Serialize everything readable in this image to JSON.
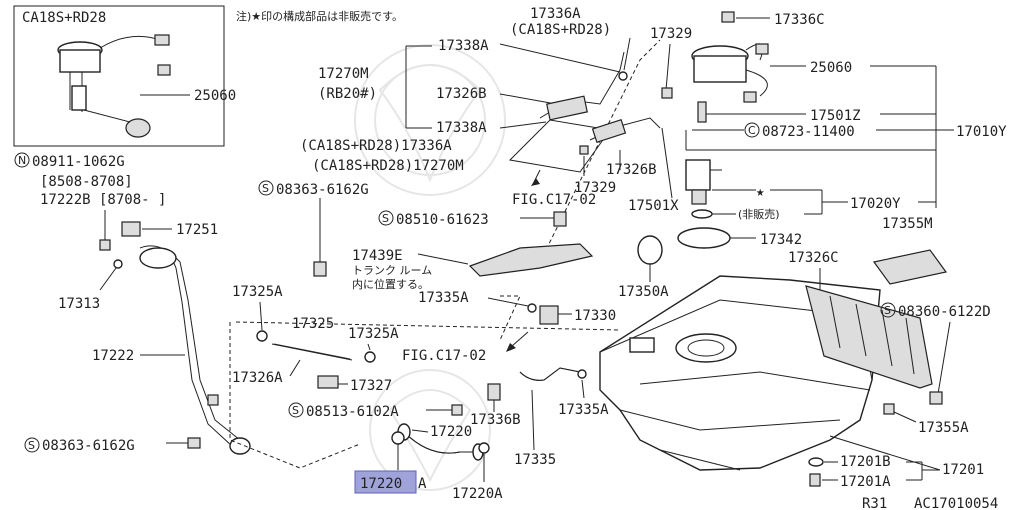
{
  "diagram": {
    "inset_label": "CA18S+RD28",
    "note": "注)★印の構成部品は非販売です。",
    "part_labels": {
      "p25060_inset": "25060",
      "p08911": "08911-1062G",
      "p8508": "[8508-8708]",
      "p17222B": "17222B [8708-    ]",
      "p17251": "17251",
      "p17313": "17313",
      "p17222": "17222",
      "p08363a": "08363-6162G",
      "p08363b": "08363-6162G",
      "p17338A_top": "17338A",
      "p17270M": "17270M",
      "pRB20": "(RB20#)",
      "p17326B_a": "17326B",
      "p17338A_b": "17338A",
      "p17336A_l": "(CA18S+RD28)17336A",
      "p17270M_l": "(CA18S+RD28)17270M",
      "p17336A_top": "17336A",
      "pCA18_top": "(CA18S+RD28)",
      "p17329_top": "17329",
      "p17336C": "17336C",
      "p25060": "25060",
      "p17501Z": "17501Z",
      "p08723": "08723-11400",
      "p17010Y": "17010Y",
      "p17326B_b": "17326B",
      "p17329_b": "17329",
      "pFIG1": "FIG.C17-02",
      "p17501X": "17501X",
      "pstar": "★",
      "p17020Y": "17020Y",
      "pnonsale": "(非販売)",
      "p08510": "08510-61623",
      "p17342": "17342",
      "p17355M": "17355M",
      "p17439E": "17439E",
      "ptrunk1": "トランク ルーム",
      "ptrunk2": "内に位置する。",
      "p17326C": "17326C",
      "p17350A": "17350A",
      "p17335A_a": "17335A",
      "p17330": "17330",
      "p08360": "08360-6122D",
      "p17325A_a": "17325A",
      "p17325": "17325",
      "p17325A_b": "17325A",
      "pFIG2": "FIG.C17-02",
      "p17326A": "17326A",
      "p17327": "17327",
      "p08513": "08513-6102A",
      "p17336B": "17336B",
      "p17335A_b": "17335A",
      "p17355A": "17355A",
      "p17220": "17220",
      "p17335": "17335",
      "p17201B": "17201B",
      "p17201": "17201",
      "p17201A": "17201A",
      "p17220A_hl": "17220",
      "p17220A_suffix": "A",
      "p17220A_b": "17220A",
      "pR31": "R31",
      "pAC": "AC17010054"
    },
    "circle_prefix_N": "N",
    "circle_prefix_S": "S",
    "circle_prefix_C": "C",
    "highlight_color": "#9fa3da"
  }
}
